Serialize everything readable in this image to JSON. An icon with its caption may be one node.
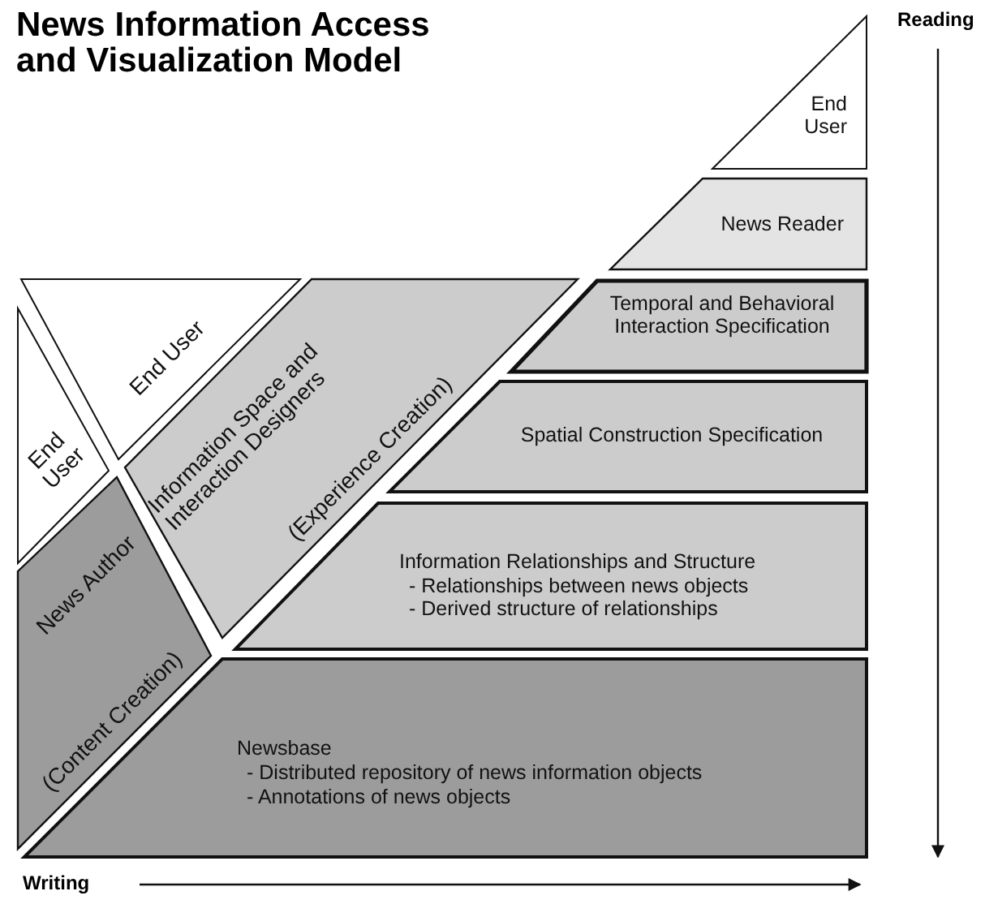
{
  "diagram": {
    "title": "News Information Access and Visualization Model",
    "nodes": [
      {
        "text": [
          "End User"
        ]
      },
      {
        "text": [
          "News Reader"
        ]
      },
      {
        "text": [
          "Temporal and Behavioral Interaction Specification"
        ]
      },
      {
        "text": [
          "End User"
        ]
      },
      {
        "text": [
          "End User"
        ]
      },
      {
        "text": [
          "Information Space and Interaction Designers",
          "(Experience Creation)"
        ]
      },
      {
        "text": [
          "Spatial Construction Specification"
        ]
      },
      {
        "text": [
          "Information Relationships and Structure",
          "- Relationships between news objects",
          "- Derived structure of relationships"
        ]
      },
      {
        "text": [
          "News Author",
          "(Content Creation)"
        ]
      },
      {
        "text": [
          "Newsbase",
          "- Distributed repository of news information objects",
          "- Annotations of news objects"
        ]
      }
    ],
    "labels": [
      "Reading",
      "Writing"
    ]
  }
}
